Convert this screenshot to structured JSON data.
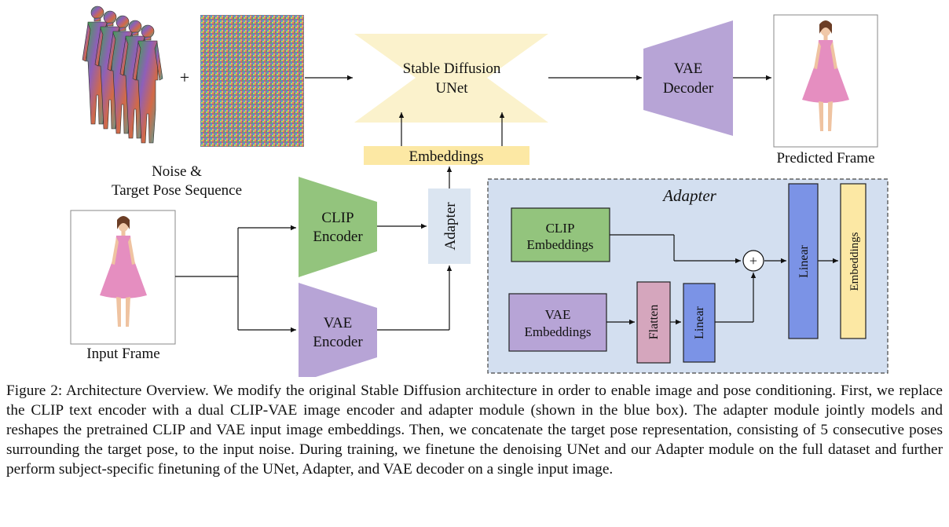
{
  "diagram": {
    "noise_label_line1": "Noise &",
    "noise_label_line2": "Target Pose Sequence",
    "plus_sign": "+",
    "unet_line1": "Stable Diffusion",
    "unet_line2": "UNet",
    "vae_decoder_line1": "VAE",
    "vae_decoder_line2": "Decoder",
    "predicted_frame_label": "Predicted Frame",
    "embeddings_bar_label": "Embeddings",
    "clip_encoder_line1": "CLIP",
    "clip_encoder_line2": "Encoder",
    "vae_encoder_line1": "VAE",
    "vae_encoder_line2": "Encoder",
    "adapter_label": "Adapter",
    "input_frame_label": "Input Frame"
  },
  "adapter_box": {
    "title": "Adapter",
    "clip_emb_line1": "CLIP",
    "clip_emb_line2": "Embeddings",
    "vae_emb_line1": "VAE",
    "vae_emb_line2": "Embeddings",
    "flatten_label": "Flatten",
    "linear_small_label": "Linear",
    "plus_op": "+",
    "linear_big_label": "Linear",
    "embeddings_label": "Embeddings"
  },
  "colors": {
    "unet": "#fbf2cc",
    "vae_purple": "#b7a4d6",
    "clip_green": "#93c47d",
    "adapter_blue": "#dbe5f1",
    "embeddings_yellow": "#fce8a4",
    "linear_blue": "#7b93e6",
    "flatten_pink": "#d5a6bd",
    "adapter_bg": "#d3dff0"
  },
  "caption": "Figure 2: Architecture Overview. We modify the original Stable Diffusion architecture in order to enable image and pose conditioning. First, we replace the CLIP text encoder with a dual CLIP-VAE image encoder and adapter module (shown in the blue box). The adapter module jointly models and reshapes the pretrained CLIP and VAE input image embeddings. Then, we concatenate the target pose representation, consisting of 5 consecutive poses surrounding the target pose, to the input noise. During training, we finetune the denoising UNet and our Adapter module on the full dataset and further perform subject-specific finetuning of the UNet, Adapter, and VAE decoder on a single input image."
}
